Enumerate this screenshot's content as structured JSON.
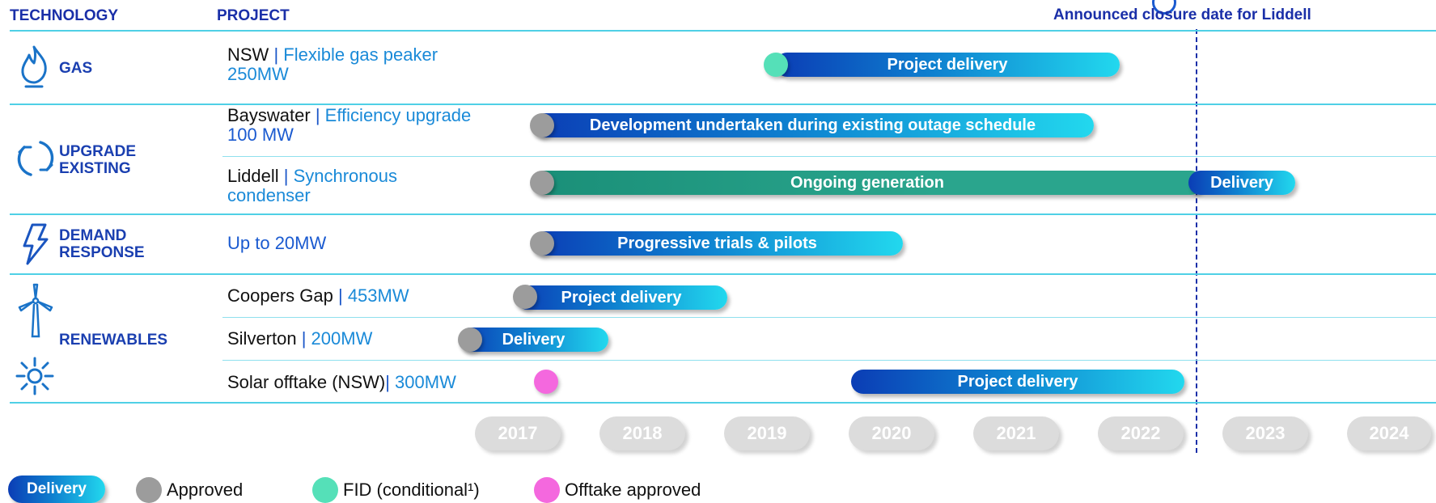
{
  "headers": {
    "technology": "TECHNOLOGY",
    "project": "PROJECT"
  },
  "milestone": {
    "label": "Announced closure date for Liddell"
  },
  "technologies": {
    "gas": {
      "label": "GAS",
      "icon": "flame-icon"
    },
    "upgrade": {
      "line1": "UPGRADE",
      "line2": "EXISTING",
      "icon": "refresh-cycle-icon"
    },
    "demand": {
      "line1": "DEMAND",
      "line2": "RESPONSE",
      "icon": "lightning-bolt-icon"
    },
    "renewables": {
      "label": "RENEWABLES",
      "icons": [
        "wind-turbine-icon",
        "sun-icon"
      ]
    }
  },
  "projects": [
    {
      "name": "NSW",
      "sep": " | ",
      "detail": "Flexible gas peaker",
      "line2": "250MW",
      "bar": "Project delivery"
    },
    {
      "name": "Bayswater",
      "sep": " | ",
      "detail": "Efficiency upgrade",
      "line2": "100 MW",
      "bar": "Development undertaken during existing outage schedule"
    },
    {
      "name": "Liddell",
      "sep": " | ",
      "detail": "Synchronous",
      "line2": "condenser",
      "bar": "Ongoing generation",
      "bar2": "Delivery"
    },
    {
      "name": "",
      "sep": "",
      "detail": "Up to 20MW",
      "line2": "",
      "bar": "Progressive trials & pilots"
    },
    {
      "name": "Coopers Gap",
      "sep": " | ",
      "detail": "453MW",
      "line2": "",
      "bar": "Project delivery"
    },
    {
      "name": "Silverton",
      "sep": " | ",
      "detail": "200MW",
      "line2": "",
      "bar": "Delivery"
    },
    {
      "name": "Solar offtake (NSW)",
      "sep": "| ",
      "detail": "300MW",
      "line2": "",
      "bar": "Project delivery"
    }
  ],
  "years": [
    "2017",
    "2018",
    "2019",
    "2020",
    "2021",
    "2022",
    "2023",
    "2024"
  ],
  "legend": {
    "delivery": "Delivery",
    "approved": "Approved",
    "fid": "FID (conditional¹)",
    "offtake": "Offtake approved"
  },
  "colors": {
    "header_blue": "#1a2fa8",
    "line_cyan": "#4fd0e6",
    "bar_gradient_start": "#0b3db5",
    "bar_gradient_end": "#22d8ee",
    "ongoing_green": "#2aa58d",
    "approved_grey": "#9c9c9c",
    "fid_mint": "#55e0b8",
    "offtake_pink": "#f468de",
    "year_pill": "#dcdcdc"
  }
}
